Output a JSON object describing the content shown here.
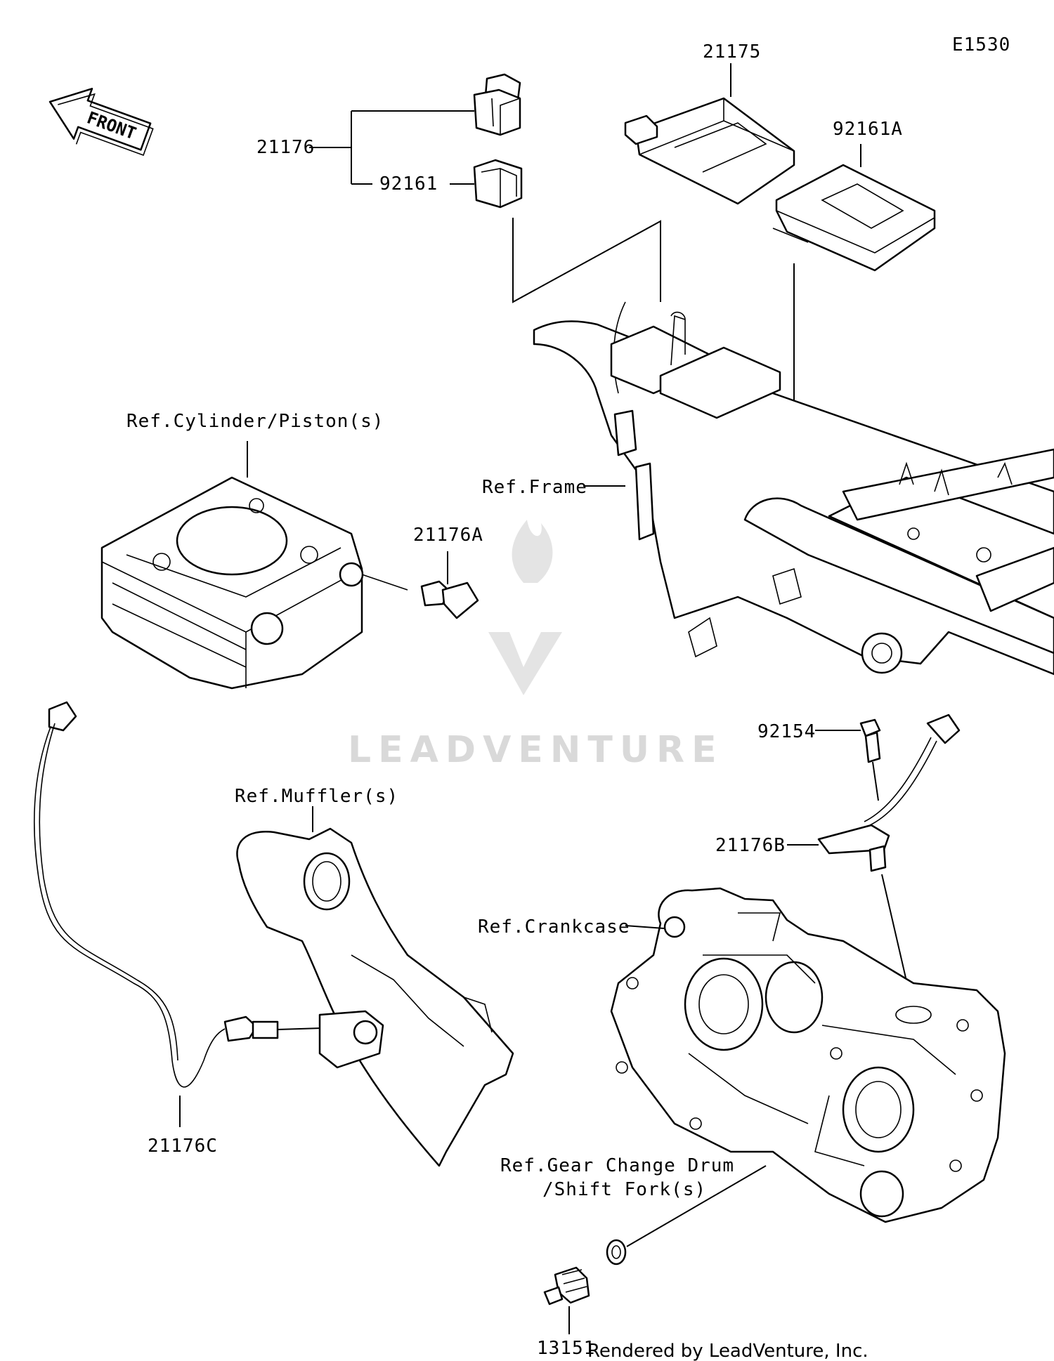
{
  "diagram_code": "E1530",
  "front_arrow_label": "FRONT",
  "callouts": {
    "p21175": "21175",
    "p21176": "21176",
    "p92161": "92161",
    "p92161A": "92161A",
    "p21176A": "21176A",
    "p92154": "92154",
    "p21176B": "21176B",
    "p21176C": "21176C",
    "p13151": "13151"
  },
  "references": {
    "cylinder": "Ref.Cylinder/Piston(s)",
    "frame": "Ref.Frame",
    "muffler": "Ref.Muffler(s)",
    "crankcase": "Ref.Crankcase",
    "gear_line1": "Ref.Gear Change Drum",
    "gear_line2": "/Shift Fork(s)"
  },
  "watermark": "LEADVENTURE",
  "credit": "Rendered by LeadVenture, Inc."
}
